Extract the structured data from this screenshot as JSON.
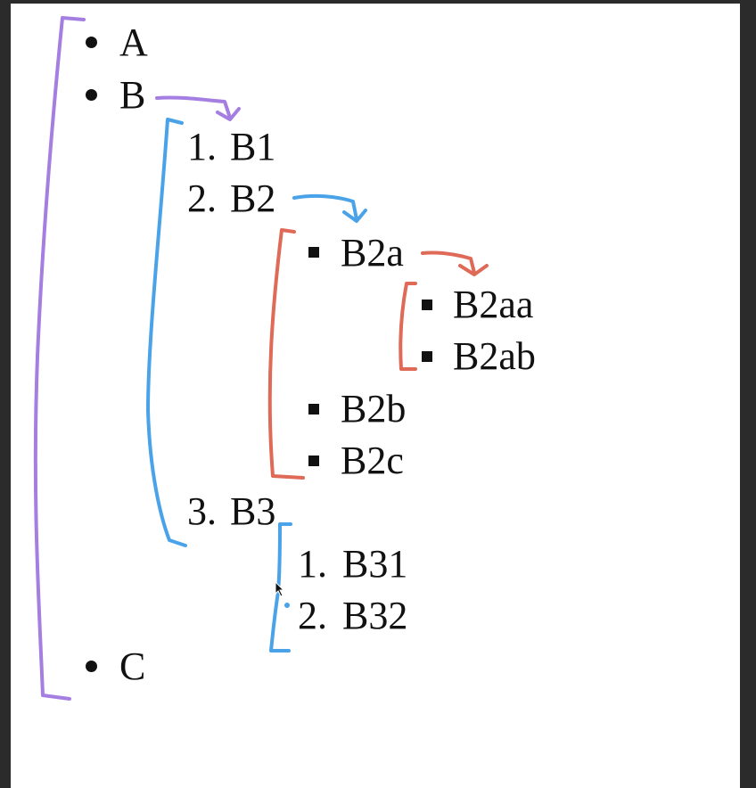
{
  "list": {
    "level1": [
      {
        "marker": "•",
        "label": "A"
      },
      {
        "marker": "•",
        "label": "B"
      },
      {
        "marker": "•",
        "label": "C"
      }
    ],
    "b_children": [
      {
        "marker": "1.",
        "label": "B1"
      },
      {
        "marker": "2.",
        "label": "B2"
      },
      {
        "marker": "3.",
        "label": "B3"
      }
    ],
    "b2_children": [
      {
        "marker": "▪",
        "label": "B2a"
      },
      {
        "marker": "▪",
        "label": "B2b"
      },
      {
        "marker": "▪",
        "label": "B2c"
      }
    ],
    "b2a_children": [
      {
        "marker": "▪",
        "label": "B2aa"
      },
      {
        "marker": "▪",
        "label": "B2ab"
      }
    ],
    "b3_children": [
      {
        "marker": "1.",
        "label": "B31"
      },
      {
        "marker": "2.",
        "label": "B32"
      }
    ]
  },
  "annotation_colors": {
    "level1": "#a47ee0",
    "level2": "#4aa3e8",
    "level3": "#e06a58",
    "text": "#111111"
  }
}
